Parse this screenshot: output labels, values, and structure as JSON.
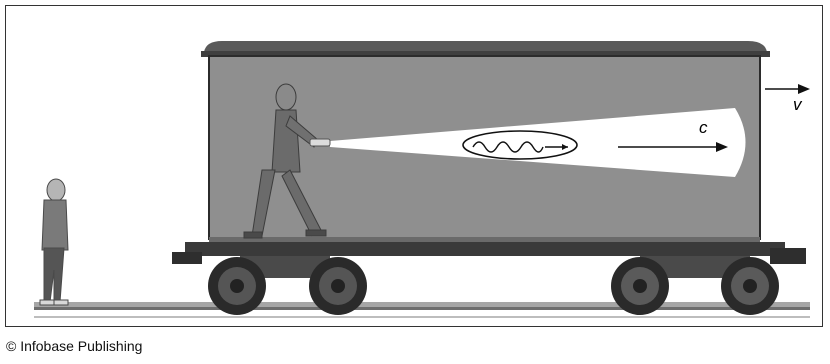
{
  "labels": {
    "light_speed": "c",
    "train_velocity": "v"
  },
  "credit": "© Infobase Publishing",
  "colors": {
    "car_body": "#8f8f8f",
    "car_roof": "#5a5a5a",
    "beam": "#ffffff",
    "rail": "#9a9a9a",
    "wheels": "#2a2a2a",
    "frame": "#333333"
  },
  "elements": {
    "observer_outside": "woman-standing-figure",
    "observer_inside": "man-walking-with-flashlight-figure",
    "wave_symbol": "light-wave-icon"
  }
}
